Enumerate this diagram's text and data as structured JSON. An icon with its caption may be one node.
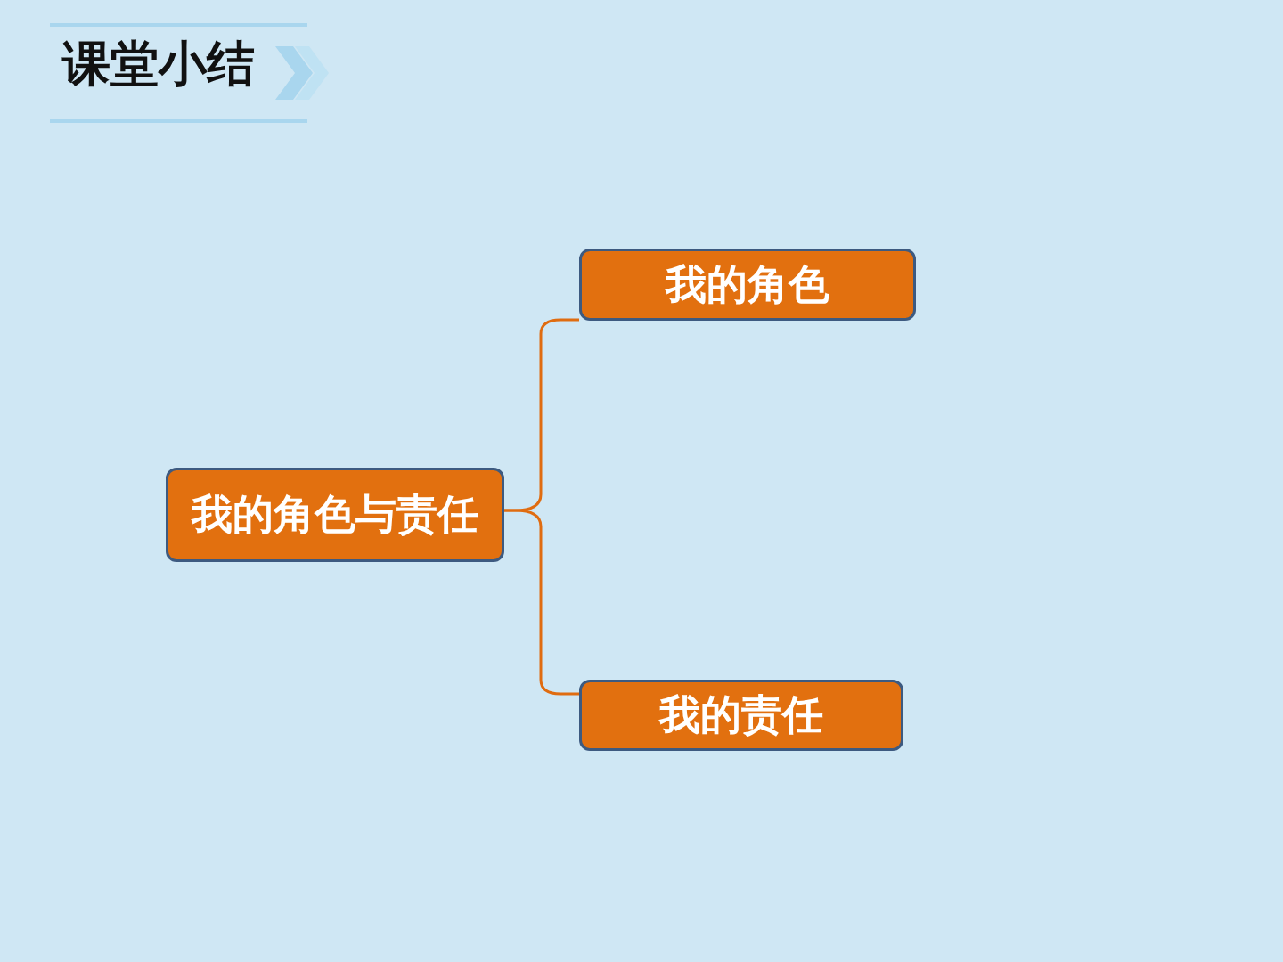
{
  "diagram": {
    "title": "课堂小结",
    "nodes": [
      {
        "text": [
          "我的角色与责任"
        ]
      },
      {
        "text": [
          "我的角色"
        ]
      },
      {
        "text": [
          "我的责任"
        ]
      }
    ],
    "edges": [
      {
        "from": 0,
        "to": 1,
        "arrow": "none"
      },
      {
        "from": 0,
        "to": 2,
        "arrow": "none"
      }
    ]
  }
}
